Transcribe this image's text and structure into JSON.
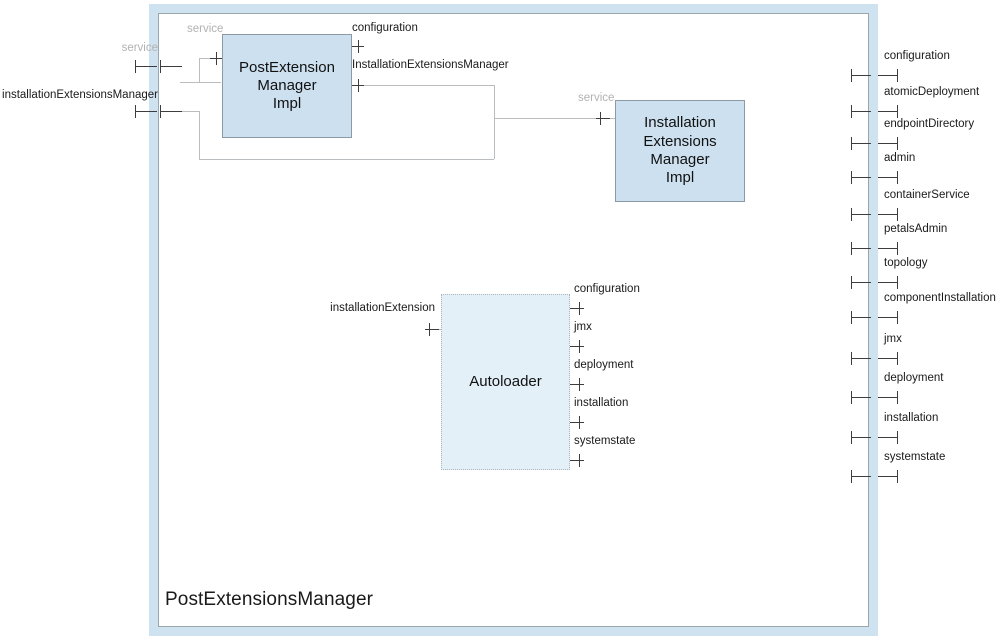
{
  "diagram": {
    "kind": "composite-component-diagram",
    "title": "PostExtensionsManager",
    "colors": {
      "frame_band": "#cfe2f0",
      "frame_border": "#9aa6ad",
      "component_fill": "#cde0ef",
      "component_border": "#8d9aa3",
      "autoloader_fill": "#e4f0f8",
      "autoloader_border": "#aab4bb",
      "wire": "#b9bdc0",
      "port_mark": "#3d3d3d",
      "label_text": "#1a1a1a",
      "label_muted": "#b2b2b2"
    }
  },
  "components": {
    "post_extension_manager_impl": {
      "name": "PostExtension\nManager\nImpl"
    },
    "installation_extensions_manager_impl": {
      "name": "Installation\nExtensions\nManager\nImpl"
    },
    "autoloader": {
      "name": "Autoloader"
    }
  },
  "external_ports_left": [
    {
      "label": "service",
      "muted": true
    },
    {
      "label": "installationExtensionsManager",
      "muted": false
    }
  ],
  "internal_port_labels": {
    "pem_service": "service",
    "pem_configuration": "configuration",
    "pem_installation_extensions_manager": "InstallationExtensionsManager",
    "iem_service": "service"
  },
  "autoloader_ports": {
    "left": [
      {
        "label": "installationExtension"
      }
    ],
    "right": [
      {
        "label": "configuration"
      },
      {
        "label": "jmx"
      },
      {
        "label": "deployment"
      },
      {
        "label": "installation"
      },
      {
        "label": "systemstate"
      }
    ]
  },
  "external_ports_right": [
    {
      "label": "configuration"
    },
    {
      "label": "atomicDeployment"
    },
    {
      "label": "endpointDirectory"
    },
    {
      "label": "admin"
    },
    {
      "label": "containerService"
    },
    {
      "label": "petalsAdmin"
    },
    {
      "label": "topology"
    },
    {
      "label": "componentInstallation"
    },
    {
      "label": "jmx"
    },
    {
      "label": "deployment"
    },
    {
      "label": "installation"
    },
    {
      "label": "systemstate"
    }
  ]
}
